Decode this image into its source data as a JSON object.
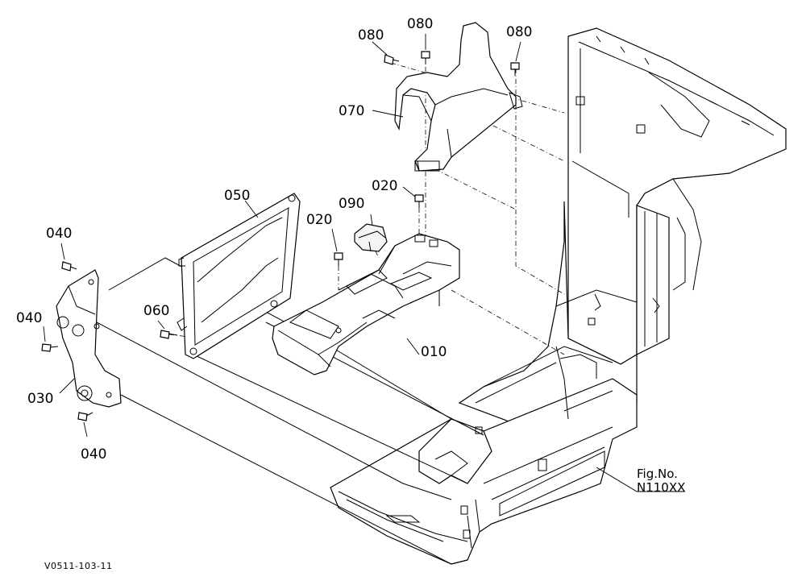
{
  "labels": {
    "p080a": "080",
    "p080b": "080",
    "p080c": "080",
    "p070": "070",
    "p050": "050",
    "p020a": "020",
    "p020b": "020",
    "p090": "090",
    "p040a": "040",
    "p040b": "040",
    "p040c": "040",
    "p060": "060",
    "p010": "010",
    "p030": "030"
  },
  "fig_caption": "Fig.No.",
  "fig_number": "N110XX",
  "drawing_code": "V0511-103-11"
}
